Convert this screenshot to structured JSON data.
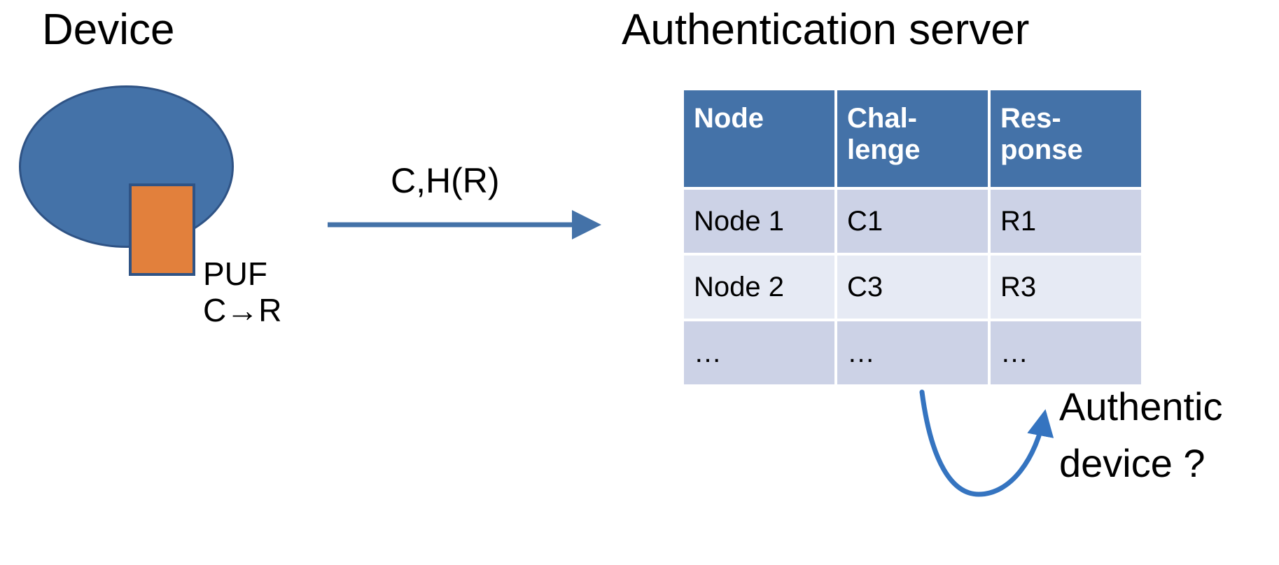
{
  "diagram": {
    "device": {
      "title": "Device",
      "puf_label": "PUF",
      "mapping_label": "C→R",
      "ellipse_color": "#4472a8",
      "ellipse_border_color": "#2f5385",
      "puf_rect_color": "#e2803c"
    },
    "message": {
      "label": "C,H(R)",
      "arrow_color": "#4472a8"
    },
    "server": {
      "title": "Authentication server",
      "table": {
        "header_bg": "#4472a8",
        "header_text_color": "#ffffff",
        "row_odd_bg": "#ccd2e6",
        "row_even_bg": "#e6eaf4",
        "columns": [
          {
            "key": "node",
            "lines": [
              "Node"
            ]
          },
          {
            "key": "challenge",
            "lines": [
              "Chal-",
              "lenge"
            ]
          },
          {
            "key": "response",
            "lines": [
              "Res-",
              "ponse"
            ]
          }
        ],
        "rows": [
          {
            "node": "Node 1",
            "challenge": "C1",
            "response": "R1"
          },
          {
            "node": "Node 2",
            "challenge": "C3",
            "response": "R3"
          },
          {
            "node": "…",
            "challenge": "…",
            "response": "…"
          }
        ]
      }
    },
    "verification": {
      "question_line_1": "Authentic",
      "question_line_2": "device ?",
      "curve_arrow_color": "#4472a8"
    }
  }
}
